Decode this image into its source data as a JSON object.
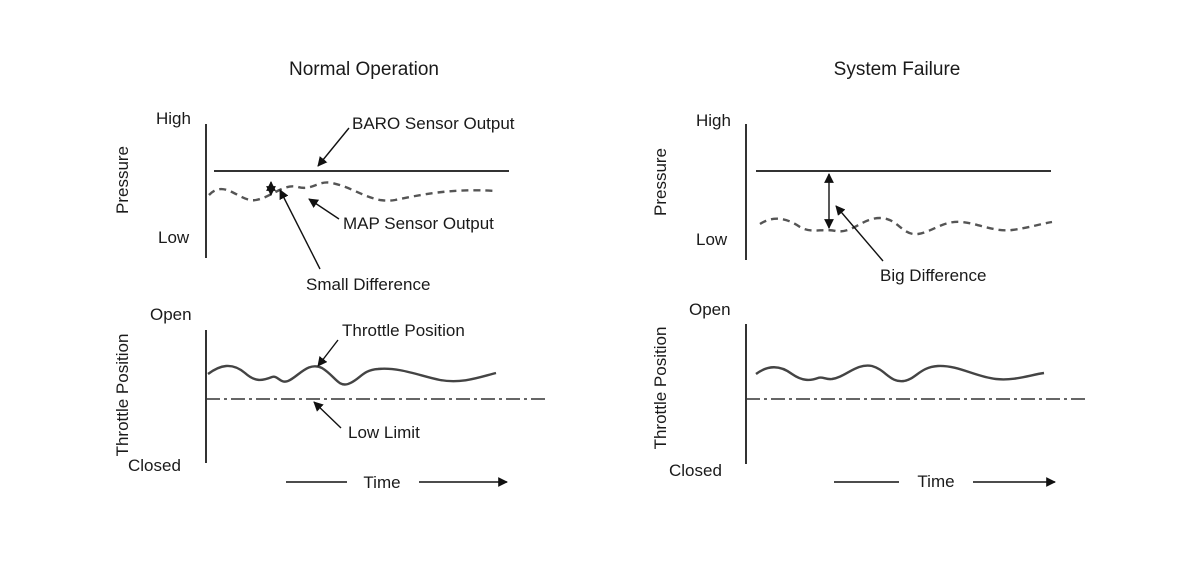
{
  "panels": {
    "normal": {
      "title": "Normal Operation",
      "pressure": {
        "ylabel": "Pressure",
        "high": "High",
        "low": "Low",
        "baro_label": "BARO Sensor Output",
        "map_label": "MAP Sensor Output",
        "difference_label": "Small Difference"
      },
      "throttle": {
        "ylabel": "Throttle Position",
        "open": "Open",
        "closed": "Closed",
        "position_label": "Throttle Position",
        "limit_label": "Low Limit"
      },
      "time_label": "Time"
    },
    "failure": {
      "title": "System Failure",
      "pressure": {
        "ylabel": "Pressure",
        "high": "High",
        "low": "Low",
        "difference_label": "Big Difference"
      },
      "throttle": {
        "ylabel": "Throttle Position",
        "open": "Open",
        "closed": "Closed"
      },
      "time_label": "Time"
    }
  }
}
